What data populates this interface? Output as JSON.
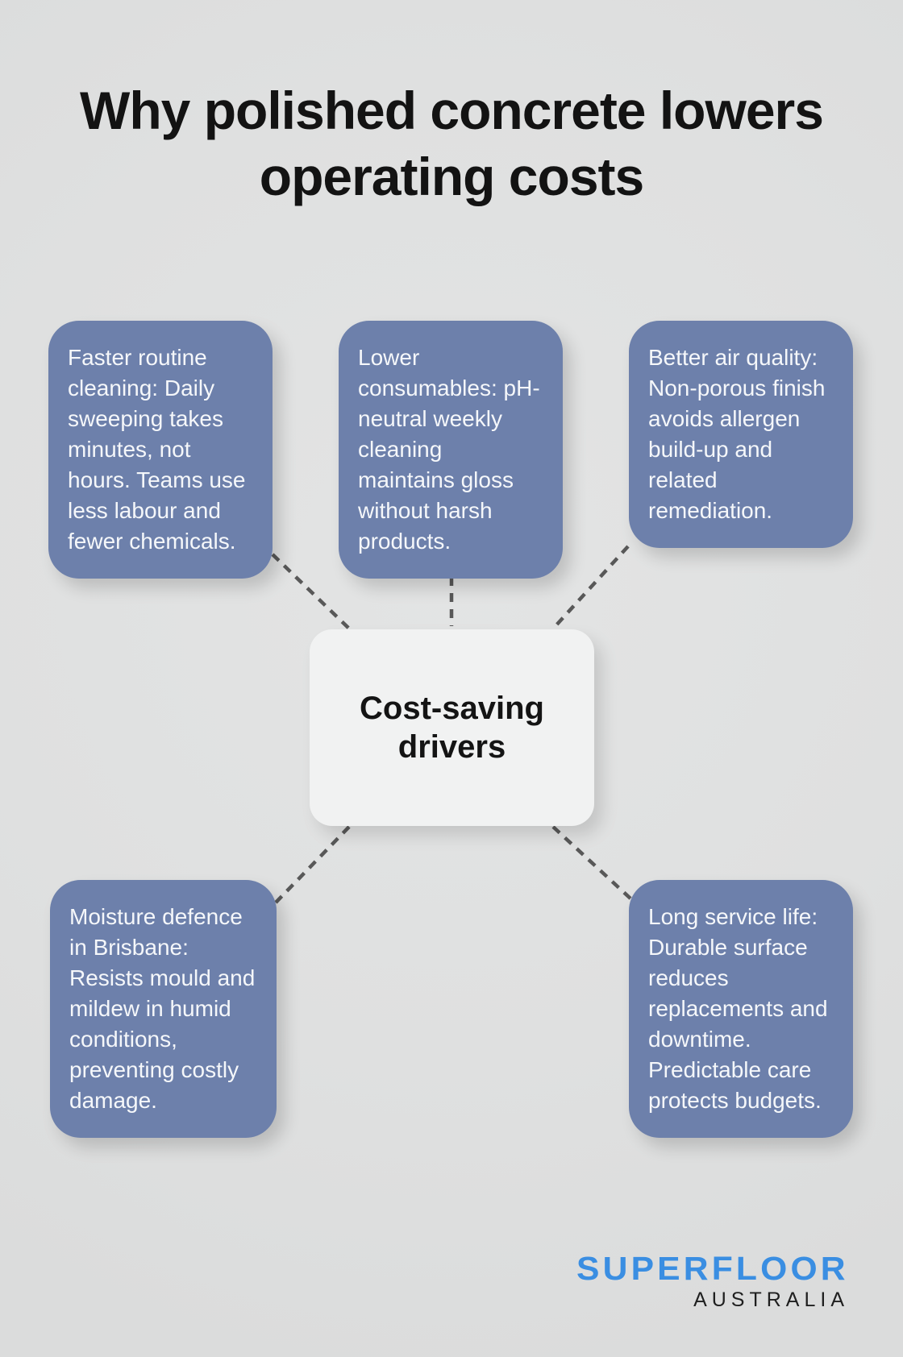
{
  "title": {
    "lines": [
      "Why polished concrete lowers",
      "operating costs"
    ]
  },
  "center_node": {
    "label": "Cost-saving drivers"
  },
  "cards": [
    {
      "id": "faster-routine-cleaning",
      "text": "Faster routine cleaning: Daily sweeping takes minutes, not hours. Teams use less labour and fewer chemicals."
    },
    {
      "id": "lower-consumables",
      "text": "Lower consumables: pH-neutral weekly cleaning maintains gloss without harsh products."
    },
    {
      "id": "better-air-quality",
      "text": "Better air quality: Non-porous finish avoids allergen build-up and related remediation."
    },
    {
      "id": "moisture-defence",
      "text": "Moisture defence in Brisbane: Resists mould and mildew in humid conditions, preventing costly damage."
    },
    {
      "id": "long-service-life",
      "text": "Long service life: Durable surface reduces replacements and downtime. Predictable care protects budgets."
    }
  ],
  "logo": {
    "brand": "SUPERFLOOR",
    "region": "AUSTRALIA"
  },
  "colors": {
    "background": "#dfe0e0",
    "card_fill": "#6d80ab",
    "card_text": "#f5f7fa",
    "center_fill": "#f1f2f2",
    "center_text": "#141414",
    "connector": "#585858",
    "title_text": "#131313",
    "logo_brand": "#3a8ee2",
    "logo_region": "#1f1f1f"
  }
}
